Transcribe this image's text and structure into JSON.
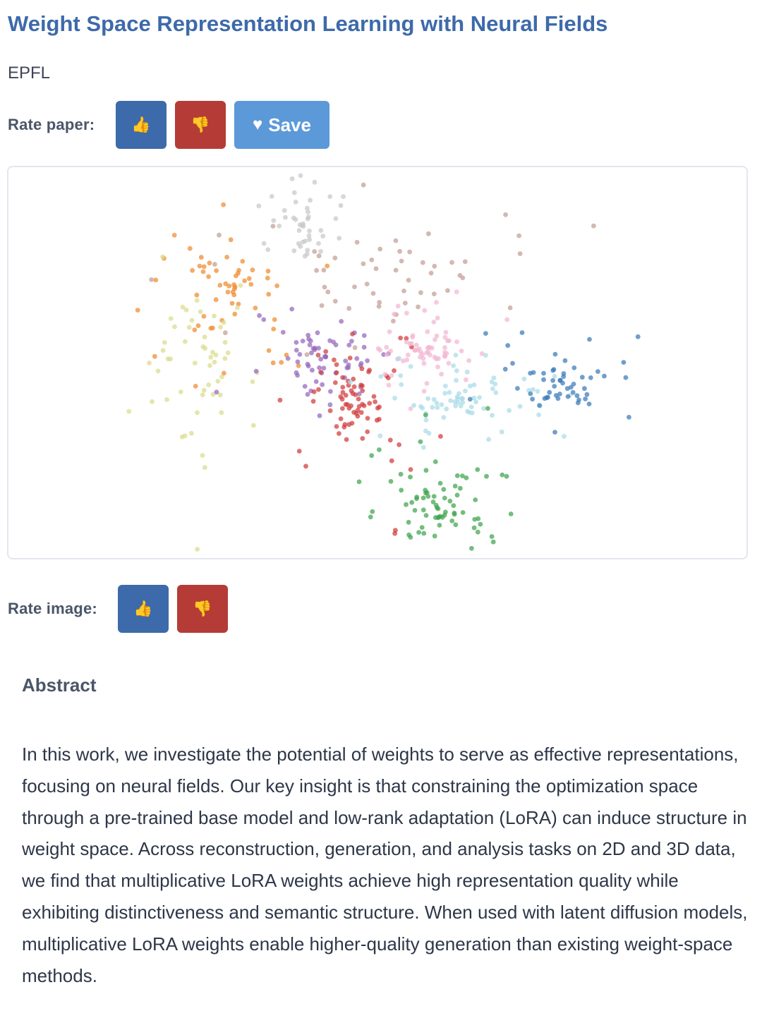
{
  "paper": {
    "title": "Weight Space Representation Learning with Neural Fields",
    "affiliation": "EPFL"
  },
  "rate_paper": {
    "label": "Rate paper:",
    "thumbs_up": {
      "icon": "thumbs-up-icon",
      "glyph": "👍",
      "color": "#3d6aaa"
    },
    "thumbs_down": {
      "icon": "thumbs-down-icon",
      "glyph": "👎",
      "color": "#b53b37"
    },
    "save": {
      "icon": "heart-icon",
      "glyph": "♥",
      "label": "Save",
      "color": "#5b99d9"
    }
  },
  "rate_image": {
    "label": "Rate image:",
    "thumbs_up": {
      "icon": "thumbs-up-icon",
      "glyph": "👍",
      "color": "#3d6aaa"
    },
    "thumbs_down": {
      "icon": "thumbs-down-icon",
      "glyph": "👎",
      "color": "#b53b37"
    }
  },
  "abstract": {
    "heading": "Abstract",
    "text": "In this work, we investigate the potential of weights to serve as effective representations, focusing on neural fields. Our key insight is that constraining the optimization space through a pre-trained base model and low-rank adaptation (LoRA) can induce structure in weight space. Across reconstruction, generation, and analysis tasks on 2D and 3D data, we find that multiplicative LoRA weights achieve high representation quality while exhibiting distinctiveness and semantic structure. When used with latent diffusion models, multiplicative LoRA weights enable higher-quality generation than existing weight-space methods."
  },
  "chart_data": {
    "type": "scatter",
    "title": "",
    "xlabel": "",
    "ylabel": "",
    "grid": false,
    "legend": null,
    "description": "2D embedding (t-SNE style) of weight representations, points colored by class cluster",
    "series": [
      {
        "name": "gray",
        "color": "#c7c7c7",
        "center": [
          430,
          320
        ],
        "spread": [
          35,
          40
        ],
        "count": 45
      },
      {
        "name": "orange",
        "color": "#ef8a2d",
        "center": [
          320,
          410
        ],
        "spread": [
          60,
          70
        ],
        "count": 60
      },
      {
        "name": "olive",
        "color": "#dbdb8d",
        "center": [
          290,
          510
        ],
        "spread": [
          60,
          70
        ],
        "count": 55
      },
      {
        "name": "brown",
        "color": "#c49c94",
        "center": [
          560,
          380
        ],
        "spread": [
          120,
          60
        ],
        "count": 55
      },
      {
        "name": "purple",
        "color": "#9467bd",
        "center": [
          455,
          510
        ],
        "spread": [
          45,
          35
        ],
        "count": 65
      },
      {
        "name": "red",
        "color": "#d13a3a",
        "center": [
          500,
          570
        ],
        "spread": [
          50,
          60
        ],
        "count": 80
      },
      {
        "name": "pink",
        "color": "#f2b6d2",
        "center": [
          605,
          490
        ],
        "spread": [
          40,
          35
        ],
        "count": 70
      },
      {
        "name": "light-blue",
        "color": "#a9dbe8",
        "center": [
          640,
          565
        ],
        "spread": [
          65,
          35
        ],
        "count": 75
      },
      {
        "name": "blue",
        "color": "#3a7ab8",
        "center": [
          790,
          545
        ],
        "spread": [
          60,
          35
        ],
        "count": 55
      },
      {
        "name": "green",
        "color": "#3fa34d",
        "center": [
          620,
          710
        ],
        "spread": [
          50,
          45
        ],
        "count": 80
      }
    ]
  }
}
